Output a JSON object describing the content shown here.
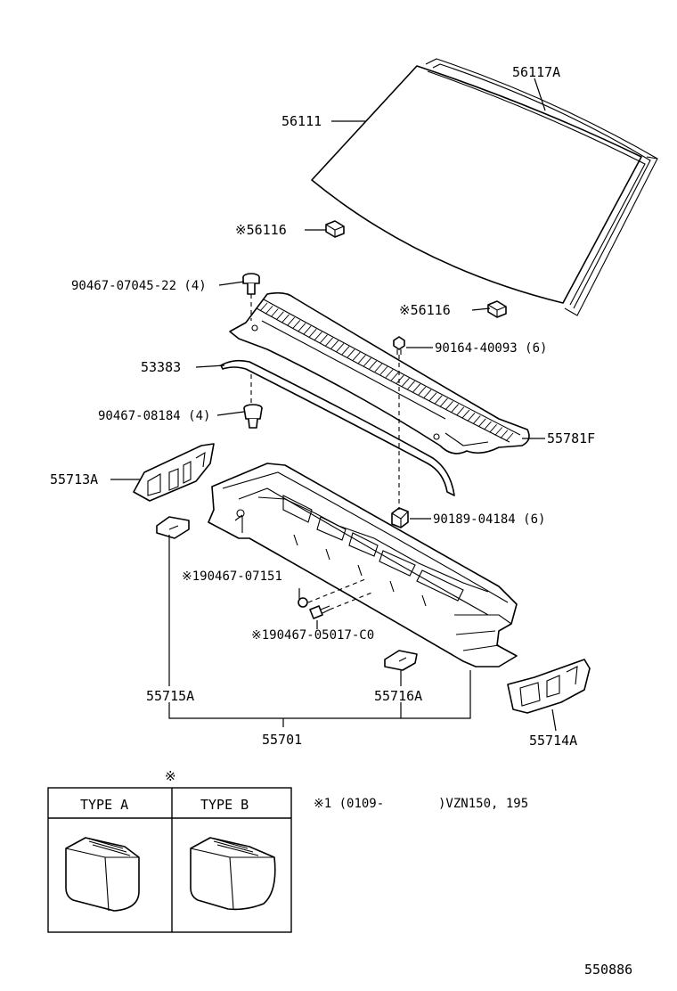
{
  "parts": {
    "windshield": "56111",
    "molding": "56117A",
    "spacer_upper": "※56116",
    "spacer_lower": "※56116",
    "clip_upper": "90467-07045-22 (4)",
    "screw": "90164-40093 (6)",
    "weatherstrip": "53383",
    "clip_lower": "90467-08184 (4)",
    "louver": "55781F",
    "side_panel_left": "55713A",
    "nut": "90189-04184 (6)",
    "bolt1": "※190467-07151",
    "bolt2": "※190467-05017-C0",
    "bracket_left": "55715A",
    "bracket_right": "55716A",
    "cowl_panel": "55701",
    "side_panel_right": "55714A"
  },
  "legend": {
    "mark": "※",
    "type_a": "TYPE A",
    "type_b": "TYPE B"
  },
  "note": {
    "prefix": "※1 (0109-",
    "suffix": ")VZN150, 195"
  },
  "diagram_number": "550886"
}
